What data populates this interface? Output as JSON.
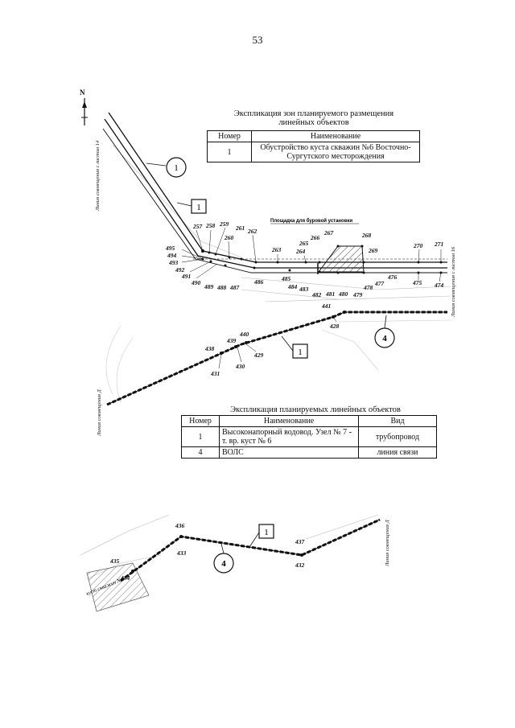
{
  "page": {
    "number": "53"
  },
  "north_label": "N",
  "zones_table": {
    "caption": "Экспликация зон планируемого размещения линейных объектов",
    "headers": [
      "Номер",
      "Наименование"
    ],
    "rows": [
      {
        "num": "1",
        "name": "Обустройство куста скважин №6 Восточно-Сургутского месторождения"
      }
    ]
  },
  "objects_table": {
    "caption": "Экспликация планируемых линейных объектов",
    "headers": [
      "Номер",
      "Наименование",
      "Вид"
    ],
    "rows": [
      {
        "num": "1",
        "name": "Высоконапорный водовод. Узел № 7 - т. вр. куст № 6",
        "type": "трубопровод"
      },
      {
        "num": "4",
        "name": "ВОЛС",
        "type": "линия связи"
      }
    ]
  },
  "side_labels": {
    "left_top": "Линия совмещения с листом 14",
    "right_top": "Линия совмещения с листом 16",
    "left_mid": "Линия совмещения Д",
    "right_bottom": "Линия совмещения Д"
  },
  "drawing_labels": {
    "drilling_pad": "Площадка для буровой установки",
    "well_pad": "куст скважин №6"
  },
  "callouts": {
    "circle_1": "1",
    "circle_4": "4",
    "box_1": "1"
  },
  "points": {
    "p257": "257",
    "p258": "258",
    "p259": "259",
    "p260": "260",
    "p261": "261",
    "p262": "262",
    "p263": "263",
    "p264": "264",
    "p265": "265",
    "p266": "266",
    "p267": "267",
    "p268": "268",
    "p269": "269",
    "p270": "270",
    "p271": "271",
    "p495": "495",
    "p494": "494",
    "p493": "493",
    "p492": "492",
    "p491": "491",
    "p490": "490",
    "p489": "489",
    "p488": "488",
    "p487": "487",
    "p486": "486",
    "p485": "485",
    "p484": "484",
    "p483": "483",
    "p482": "482",
    "p481": "481",
    "p480": "480",
    "p479": "479",
    "p478": "478",
    "p477": "477",
    "p476": "476",
    "p475": "475",
    "p474": "474",
    "p441": "441",
    "p428": "428",
    "p440": "440",
    "p439": "439",
    "p438": "438",
    "p431": "431",
    "p430": "430",
    "p429": "429",
    "p436": "436",
    "p433": "433",
    "p437": "437",
    "p432": "432",
    "p435": "435",
    "p434": "434"
  }
}
